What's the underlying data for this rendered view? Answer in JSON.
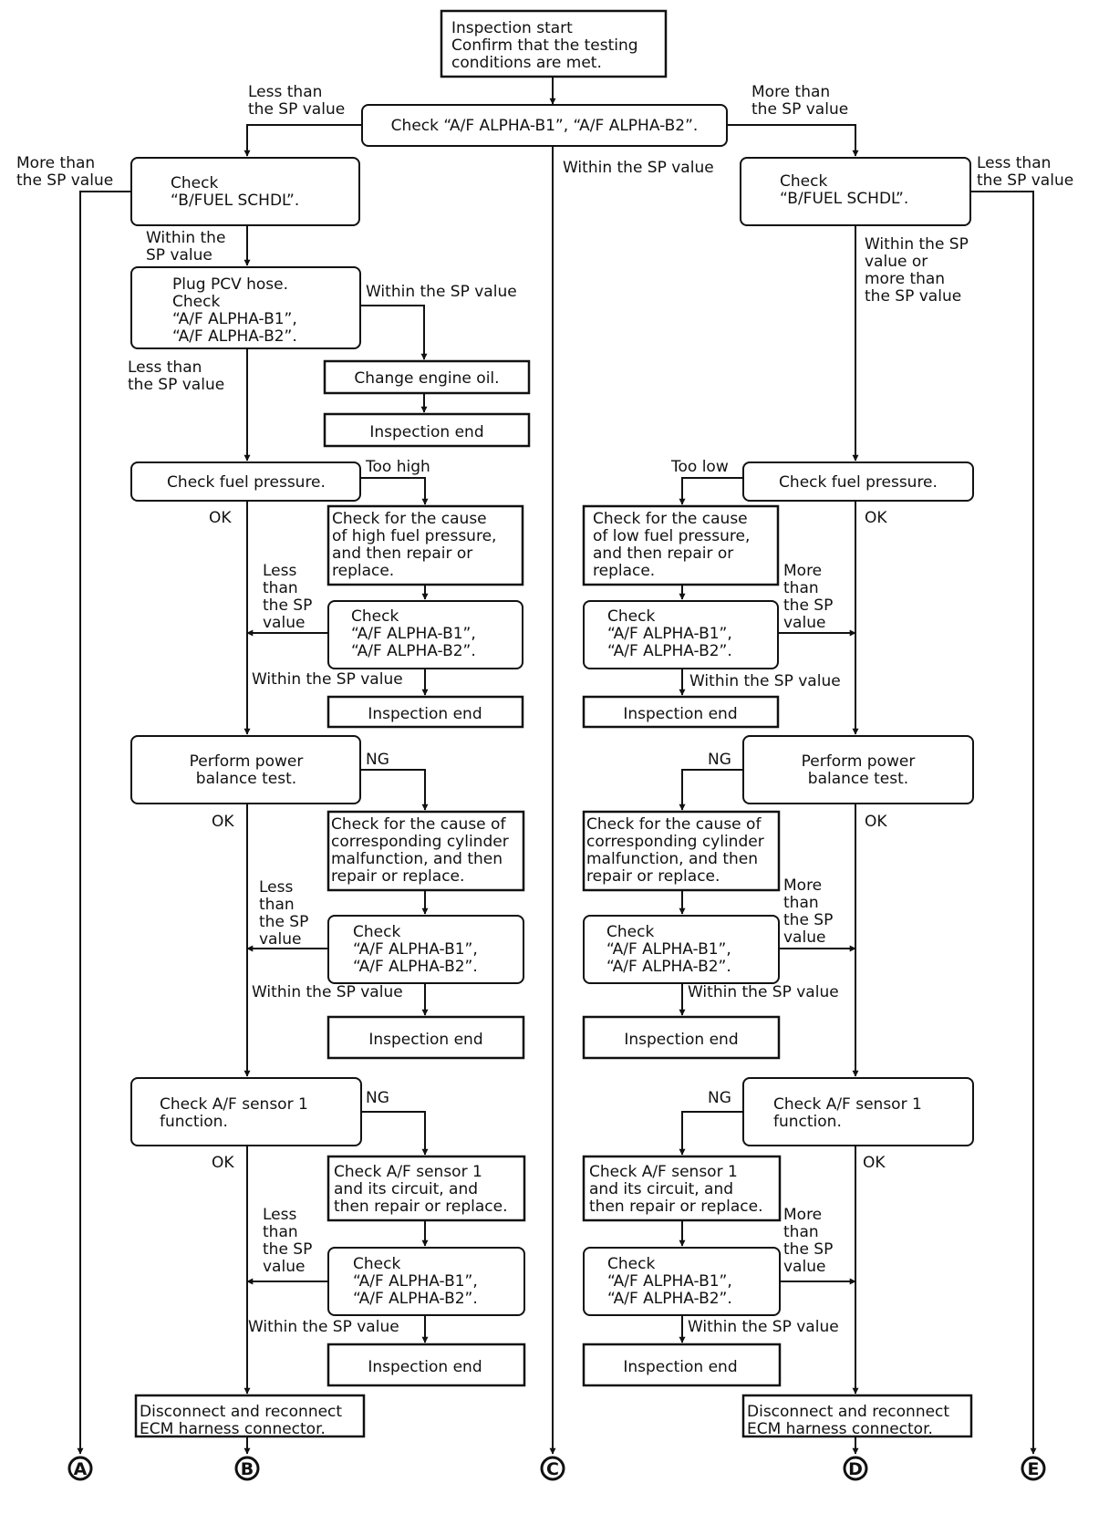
{
  "flowchart": {
    "boxes": {
      "start": [
        "Inspection start",
        "Confirm that the testing",
        "conditions are met."
      ],
      "check_alpha_top": [
        "Check “A/F ALPHA-B1”, “A/F ALPHA-B2”."
      ],
      "check_bfuel_left": [
        "Check",
        "“B/FUEL SCHDL”."
      ],
      "check_bfuel_right": [
        "Check",
        "“B/FUEL SCHDL”."
      ],
      "plug_pcv": [
        "Plug PCV hose.",
        "Check",
        "“A/F ALPHA-B1”,",
        "“A/F ALPHA-B2”."
      ],
      "change_oil": [
        "Change engine oil."
      ],
      "end_oil": [
        "Inspection end"
      ],
      "fuel_pressure_left": [
        "Check fuel pressure."
      ],
      "fuel_pressure_right": [
        "Check fuel pressure."
      ],
      "cause_high_fuel": [
        "Check for the cause",
        "of high fuel pressure,",
        "and then repair or",
        "replace."
      ],
      "cause_low_fuel": [
        "Check for the cause",
        "of low fuel pressure,",
        "and then repair or",
        "replace."
      ],
      "alpha_fuel_left": [
        "Check",
        "“A/F ALPHA-B1”,",
        "“A/F ALPHA-B2”."
      ],
      "alpha_fuel_right": [
        "Check",
        "“A/F ALPHA-B1”,",
        "“A/F ALPHA-B2”."
      ],
      "end_fuel_left": [
        "Inspection end"
      ],
      "end_fuel_right": [
        "Inspection end"
      ],
      "power_balance_left": [
        "Perform power",
        "balance test."
      ],
      "power_balance_right": [
        "Perform power",
        "balance test."
      ],
      "cause_cyl_left": [
        "Check for the cause of",
        "corresponding cylinder",
        "malfunction, and then",
        "repair or replace."
      ],
      "cause_cyl_right": [
        "Check for the cause of",
        "corresponding cylinder",
        "malfunction, and then",
        "repair or replace."
      ],
      "alpha_cyl_left": [
        "Check",
        "“A/F ALPHA-B1”,",
        "“A/F ALPHA-B2”."
      ],
      "alpha_cyl_right": [
        "Check",
        "“A/F ALPHA-B1”,",
        "“A/F ALPHA-B2”."
      ],
      "end_cyl_left": [
        "Inspection end"
      ],
      "end_cyl_right": [
        "Inspection end"
      ],
      "af_sensor_left": [
        "Check A/F sensor 1",
        "function."
      ],
      "af_sensor_right": [
        "Check A/F sensor 1",
        "function."
      ],
      "af_circuit_left": [
        "Check A/F sensor 1",
        "and its circuit, and",
        "then repair or replace."
      ],
      "af_circuit_right": [
        "Check A/F sensor 1",
        "and its circuit, and",
        "then repair or replace."
      ],
      "alpha_af_left": [
        "Check",
        "“A/F ALPHA-B1”,",
        "“A/F ALPHA-B2”."
      ],
      "alpha_af_right": [
        "Check",
        "“A/F ALPHA-B1”,",
        "“A/F ALPHA-B2”."
      ],
      "end_af_left": [
        "Inspection end"
      ],
      "end_af_right": [
        "Inspection end"
      ],
      "ecm_left": [
        "Disconnect and reconnect",
        "ECM harness connector."
      ],
      "ecm_right": [
        "Disconnect and reconnect",
        "ECM harness connector."
      ]
    },
    "edge_labels": {
      "top_less": [
        "Less than",
        "the SP value"
      ],
      "top_more": [
        "More than",
        "the SP value"
      ],
      "top_within": [
        "Within the SP value"
      ],
      "bfuel_left_more": [
        "More than",
        "the SP value"
      ],
      "bfuel_right_less": [
        "Less than",
        "the SP value"
      ],
      "bfuel_left_within": [
        "Within the",
        "SP value"
      ],
      "bfuel_right_within": [
        "Within the SP",
        "value or",
        "more than",
        "the SP value"
      ],
      "pcv_within": [
        "Within the SP value"
      ],
      "pcv_less": [
        "Less than",
        "the SP value"
      ],
      "too_high": [
        "Too high"
      ],
      "too_low": [
        "Too low"
      ],
      "fuel_left_ok": [
        "OK"
      ],
      "fuel_right_ok": [
        "OK"
      ],
      "fuel_left_less": [
        "Less",
        "than",
        "the SP",
        "value"
      ],
      "fuel_right_more": [
        "More",
        "than",
        "the SP",
        "value"
      ],
      "fuel_left_within": [
        "Within the SP value"
      ],
      "fuel_right_within": [
        "Within the SP value"
      ],
      "pb_left_ng": [
        "NG"
      ],
      "pb_right_ng": [
        "NG"
      ],
      "pb_left_ok": [
        "OK"
      ],
      "pb_right_ok": [
        "OK"
      ],
      "cyl_left_less": [
        "Less",
        "than",
        "the SP",
        "value"
      ],
      "cyl_right_more": [
        "More",
        "than",
        "the SP",
        "value"
      ],
      "cyl_left_within": [
        "Within the SP value"
      ],
      "cyl_right_within": [
        "Within the SP value"
      ],
      "af_left_ng": [
        "NG"
      ],
      "af_right_ng": [
        "NG"
      ],
      "af_left_ok": [
        "OK"
      ],
      "af_right_ok": [
        "OK"
      ],
      "afc_left_less": [
        "Less",
        "than",
        "the SP",
        "value"
      ],
      "afc_right_more": [
        "More",
        "than",
        "the SP",
        "value"
      ],
      "afc_left_within": [
        "Within the SP value"
      ],
      "afc_right_within": [
        "Within the SP value"
      ]
    },
    "connectors": {
      "A": "A",
      "B": "B",
      "C": "C",
      "D": "D",
      "E": "E"
    }
  }
}
